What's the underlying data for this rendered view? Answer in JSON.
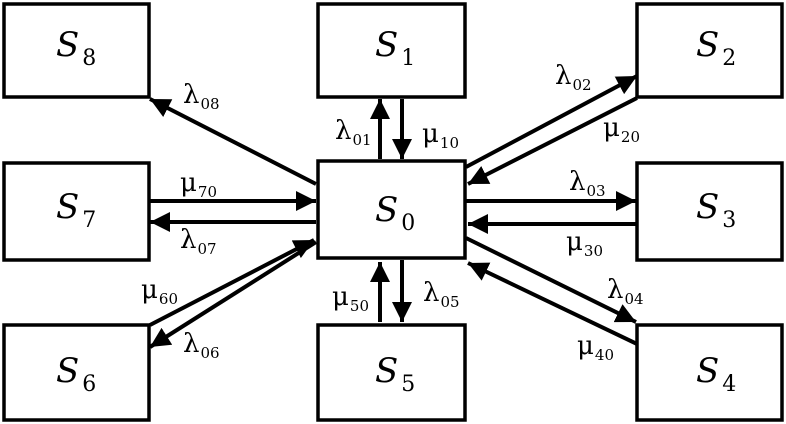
{
  "colors": {
    "stroke": "#000000",
    "background": "#ffffff"
  },
  "states": [
    {
      "id": "S0",
      "symbol": "S",
      "index": "0"
    },
    {
      "id": "S1",
      "symbol": "S",
      "index": "1"
    },
    {
      "id": "S2",
      "symbol": "S",
      "index": "2"
    },
    {
      "id": "S3",
      "symbol": "S",
      "index": "3"
    },
    {
      "id": "S4",
      "symbol": "S",
      "index": "4"
    },
    {
      "id": "S5",
      "symbol": "S",
      "index": "5"
    },
    {
      "id": "S6",
      "symbol": "S",
      "index": "6"
    },
    {
      "id": "S7",
      "symbol": "S",
      "index": "7"
    },
    {
      "id": "S8",
      "symbol": "S",
      "index": "8"
    }
  ],
  "transitions": [
    {
      "id": "l01",
      "from": "S0",
      "to": "S1",
      "symbol": "λ",
      "index": "01"
    },
    {
      "id": "m10",
      "from": "S1",
      "to": "S0",
      "symbol": "μ",
      "index": "10"
    },
    {
      "id": "l02",
      "from": "S0",
      "to": "S2",
      "symbol": "λ",
      "index": "02"
    },
    {
      "id": "m20",
      "from": "S2",
      "to": "S0",
      "symbol": "μ",
      "index": "20"
    },
    {
      "id": "l03",
      "from": "S0",
      "to": "S3",
      "symbol": "λ",
      "index": "03"
    },
    {
      "id": "m30",
      "from": "S3",
      "to": "S0",
      "symbol": "μ",
      "index": "30"
    },
    {
      "id": "l04",
      "from": "S0",
      "to": "S4",
      "symbol": "λ",
      "index": "04"
    },
    {
      "id": "m40",
      "from": "S4",
      "to": "S0",
      "symbol": "μ",
      "index": "40"
    },
    {
      "id": "l05",
      "from": "S0",
      "to": "S5",
      "symbol": "λ",
      "index": "05"
    },
    {
      "id": "m50",
      "from": "S5",
      "to": "S0",
      "symbol": "μ",
      "index": "50"
    },
    {
      "id": "l06",
      "from": "S0",
      "to": "S6",
      "symbol": "λ",
      "index": "06"
    },
    {
      "id": "m60",
      "from": "S6",
      "to": "S0",
      "symbol": "μ",
      "index": "60"
    },
    {
      "id": "l07",
      "from": "S0",
      "to": "S7",
      "symbol": "λ",
      "index": "07"
    },
    {
      "id": "m70",
      "from": "S7",
      "to": "S0",
      "symbol": "μ",
      "index": "70"
    },
    {
      "id": "l08",
      "from": "S0",
      "to": "S8",
      "symbol": "λ",
      "index": "08"
    }
  ]
}
